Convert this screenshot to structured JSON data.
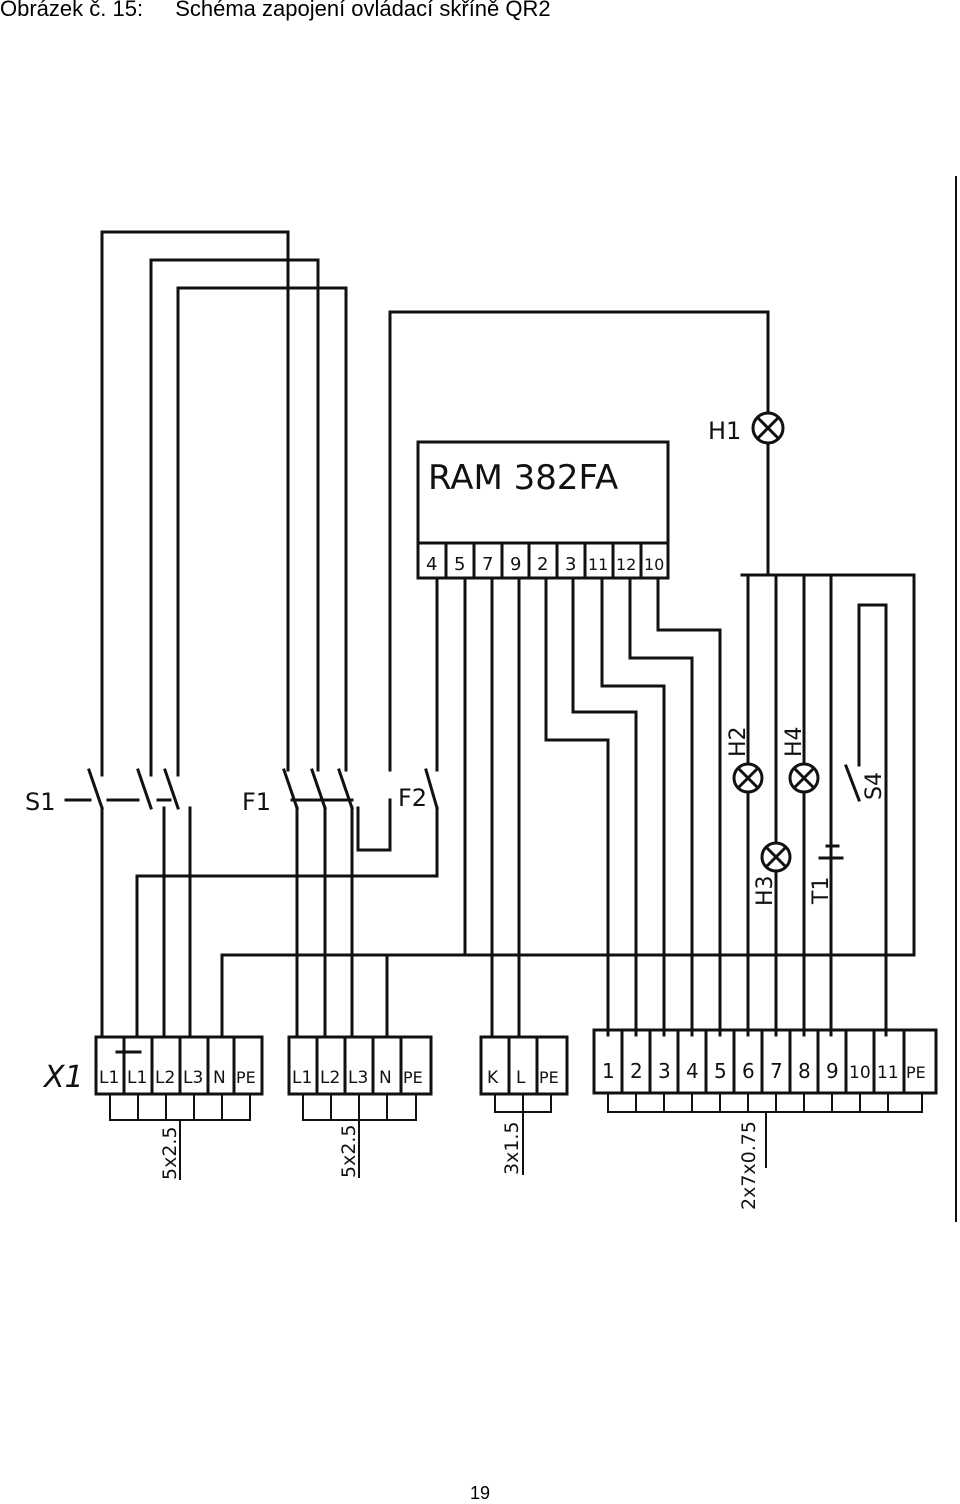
{
  "caption": {
    "number": "Obrázek č. 15:",
    "title": "Schéma zapojení ovládací skříně QR2"
  },
  "schematic": {
    "unit_label": "RAM 382FA",
    "unit_terminals": [
      "4",
      "5",
      "7",
      "9",
      "2",
      "3",
      "11",
      "12",
      "10"
    ],
    "devices": {
      "S1": "S1",
      "F1": "F1",
      "F2": "F2",
      "H1": "H1",
      "H2": "H2",
      "H3": "H3",
      "H4": "H4",
      "T1": "T1",
      "S4": "S4",
      "X1": "X1"
    },
    "terminal_blocks": [
      {
        "terminals": [
          "L1",
          "L1",
          "L2",
          "L3",
          "N",
          "PE"
        ],
        "cable": "5x2.5"
      },
      {
        "terminals": [
          "L1",
          "L2",
          "L3",
          "N",
          "PE"
        ],
        "cable": "5x2.5"
      },
      {
        "terminals": [
          "K",
          "L",
          "PE"
        ],
        "cable": "3x1.5"
      },
      {
        "terminals": [
          "1",
          "2",
          "3",
          "4",
          "5",
          "6",
          "7",
          "8",
          "9",
          "10",
          "11",
          "PE"
        ],
        "cable": "2x7x0.75"
      }
    ]
  },
  "page_number": "19"
}
